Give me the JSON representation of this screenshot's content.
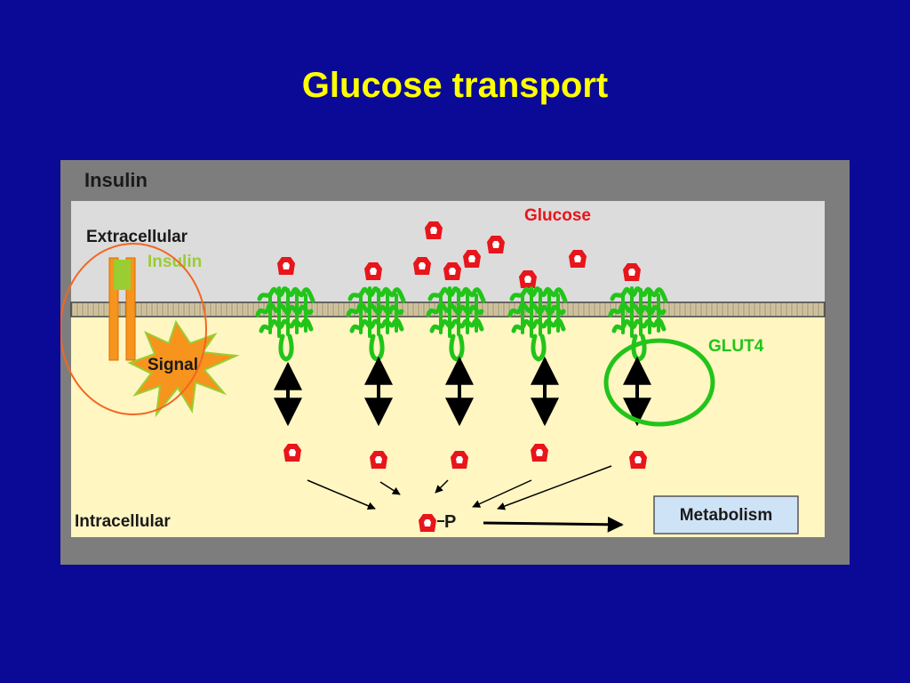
{
  "slide": {
    "title": "Glucose transport"
  },
  "diagram": {
    "header_label": "Insulin",
    "extracellular_label": "Extracellular",
    "insulin_label": "Insulin",
    "glucose_label": "Glucose",
    "signal_label": "Signal",
    "glut4_label": "GLUT4",
    "intracellular_label": "Intracellular",
    "phosphate_label": "P",
    "metabolism_label": "Metabolism"
  },
  "colors": {
    "background": "#0a0a96",
    "title": "#ffff00",
    "glucose": "#e8151b",
    "transporter": "#22c41a",
    "insulin": "#9acd32",
    "receptor": "#f7941d",
    "signal": "#f7941d",
    "highlight_green": "#22c41a",
    "highlight_orange": "#f26522",
    "metabolism_box": "#cfe3f7"
  }
}
